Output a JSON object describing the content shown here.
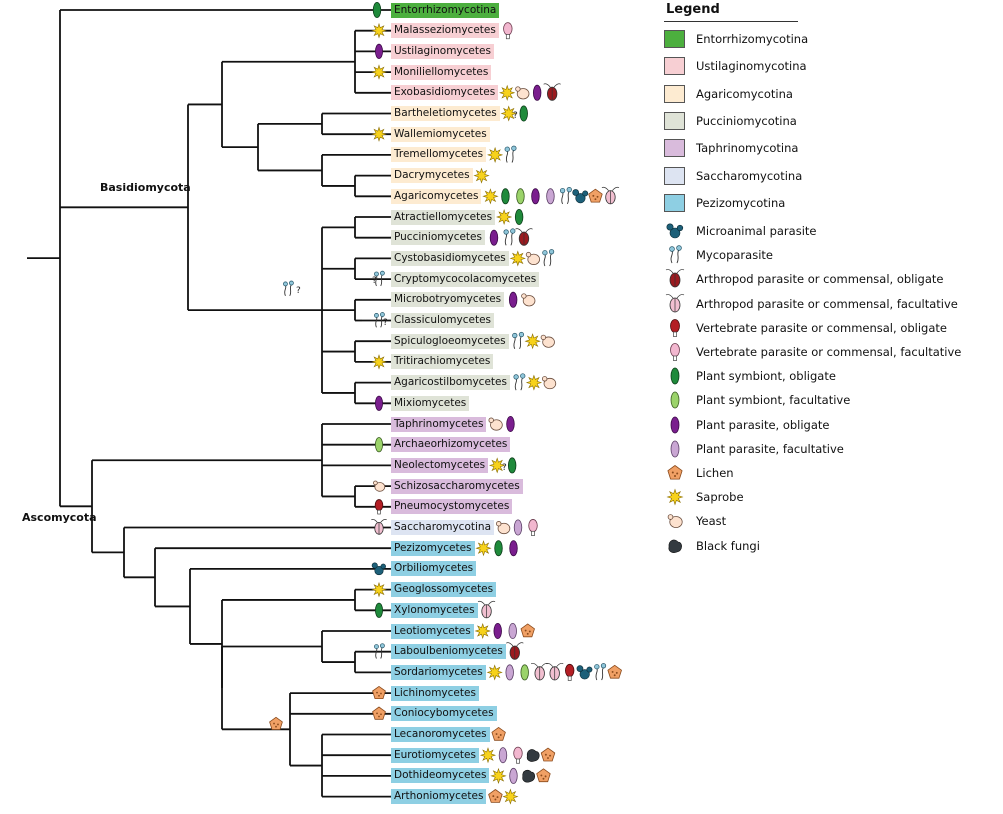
{
  "legend": {
    "title": "Legend",
    "subphyla": [
      {
        "name": "Entorrhizomycotina",
        "color": "#4caf3e"
      },
      {
        "name": "Ustilaginomycotina",
        "color": "#f7cfd3"
      },
      {
        "name": "Agaricomycotina",
        "color": "#fdebd1"
      },
      {
        "name": "Pucciniomycotina",
        "color": "#dfe3d7"
      },
      {
        "name": "Taphrinomycotina",
        "color": "#d9bbdc"
      },
      {
        "name": "Saccharomycotina",
        "color": "#dde4f2"
      },
      {
        "name": "Pezizomycotina",
        "color": "#8ecfe3"
      }
    ],
    "lifestyles": [
      {
        "name": "Microanimal parasite",
        "icon": "microanimal-parasite"
      },
      {
        "name": "Mycoparasite",
        "icon": "mycoparasite"
      },
      {
        "name": "Arthropod parasite or commensal, obligate",
        "icon": "arthropod-obligate"
      },
      {
        "name": "Arthropod parasite or commensal, facultative",
        "icon": "arthropod-facultative"
      },
      {
        "name": "Vertebrate parasite or commensal, obligate",
        "icon": "vertebrate-obligate"
      },
      {
        "name": "Vertebrate parasite or commensal, facultative",
        "icon": "vertebrate-facultative"
      },
      {
        "name": "Plant symbiont, obligate",
        "icon": "plant-symbiont-obligate"
      },
      {
        "name": "Plant symbiont, facultative",
        "icon": "plant-symbiont-facultative"
      },
      {
        "name": "Plant parasite, obligate",
        "icon": "plant-parasite-obligate"
      },
      {
        "name": "Plant parasite, facultative",
        "icon": "plant-parasite-facultative"
      },
      {
        "name": "Lichen",
        "icon": "lichen"
      },
      {
        "name": "Saprobe",
        "icon": "saprobe"
      },
      {
        "name": "Yeast",
        "icon": "yeast"
      },
      {
        "name": "Black fungi",
        "icon": "black-fungi"
      }
    ]
  },
  "clades": {
    "basidiomycota": "Basidiomycota",
    "ascomycota": "Ascomycota"
  },
  "node_marks": {
    "puccinio_uncertain": "?",
    "cryptomyco_uncertain": "?",
    "classiculo_uncertain": "?",
    "bartheletio_uncertain": "?",
    "neolecto_uncertain": "?"
  },
  "colors": {
    "branch": "#111111",
    "entorrhizo": "#4caf3e",
    "ustilago": "#f7cfd3",
    "agarico": "#fdebd1",
    "puccinio": "#dfe3d7",
    "taphrino": "#d9bbdc",
    "saccharo": "#dde4f2",
    "pezizo": "#8ecfe3"
  },
  "taxa": [
    {
      "name": "Entorrhizomycotina",
      "group": "entorrhizo",
      "icons": []
    },
    {
      "name": "Malasseziomycetes",
      "group": "ustilago",
      "icons": [
        "vertebrate-facultative"
      ]
    },
    {
      "name": "Ustilaginomycetes",
      "group": "ustilago",
      "icons": []
    },
    {
      "name": "Moniliellomycetes",
      "group": "ustilago",
      "icons": []
    },
    {
      "name": "Exobasidiomycetes",
      "group": "ustilago",
      "icons": [
        "saprobe",
        "yeast",
        "plant-parasite-obligate",
        "arthropod-obligate"
      ]
    },
    {
      "name": "Bartheletiomycetes",
      "group": "agarico",
      "icons": [
        "saprobe",
        "plant-symbiont-obligate"
      ]
    },
    {
      "name": "Wallemiomycetes",
      "group": "agarico",
      "icons": []
    },
    {
      "name": "Tremellomycetes",
      "group": "agarico",
      "icons": [
        "saprobe",
        "mycoparasite"
      ]
    },
    {
      "name": "Dacrymycetes",
      "group": "agarico",
      "icons": [
        "saprobe"
      ]
    },
    {
      "name": "Agaricomycetes",
      "group": "agarico",
      "icons": [
        "saprobe",
        "plant-symbiont-obligate",
        "plant-symbiont-facultative",
        "plant-parasite-obligate",
        "plant-parasite-facultative",
        "mycoparasite",
        "microanimal-parasite",
        "lichen",
        "arthropod-facultative"
      ]
    },
    {
      "name": "Atractiellomycetes",
      "group": "puccinio",
      "icons": [
        "saprobe",
        "plant-symbiont-obligate"
      ]
    },
    {
      "name": "Pucciniomycetes",
      "group": "puccinio",
      "icons": [
        "plant-parasite-obligate",
        "mycoparasite",
        "arthropod-obligate"
      ]
    },
    {
      "name": "Cystobasidiomycetes",
      "group": "puccinio",
      "icons": [
        "saprobe",
        "yeast",
        "mycoparasite"
      ]
    },
    {
      "name": "Cryptomycocolacomycetes",
      "group": "puccinio",
      "icons": []
    },
    {
      "name": "Microbotryomycetes",
      "group": "puccinio",
      "icons": [
        "plant-parasite-obligate",
        "yeast"
      ]
    },
    {
      "name": "Classiculomycetes",
      "group": "puccinio",
      "icons": []
    },
    {
      "name": "Spiculogloeomycetes",
      "group": "puccinio",
      "icons": [
        "mycoparasite",
        "saprobe",
        "yeast"
      ]
    },
    {
      "name": "Tritirachiomycetes",
      "group": "puccinio",
      "icons": []
    },
    {
      "name": "Agaricostilbomycetes",
      "group": "puccinio",
      "icons": [
        "mycoparasite",
        "saprobe",
        "yeast"
      ]
    },
    {
      "name": "Mixiomycetes",
      "group": "puccinio",
      "icons": []
    },
    {
      "name": "Taphrinomycetes",
      "group": "taphrino",
      "icons": [
        "yeast",
        "plant-parasite-obligate"
      ]
    },
    {
      "name": "Archaeorhizomycetes",
      "group": "taphrino",
      "icons": []
    },
    {
      "name": "Neolectomycetes",
      "group": "taphrino",
      "icons": [
        "saprobe",
        "plant-symbiont-obligate"
      ]
    },
    {
      "name": "Schizosaccharomycetes",
      "group": "taphrino",
      "icons": []
    },
    {
      "name": "Pneumocystomycetes",
      "group": "taphrino",
      "icons": []
    },
    {
      "name": "Saccharomycotina",
      "group": "saccharo",
      "icons": [
        "yeast",
        "plant-parasite-facultative",
        "vertebrate-facultative"
      ]
    },
    {
      "name": "Pezizomycetes",
      "group": "pezizo",
      "icons": [
        "saprobe",
        "plant-symbiont-obligate",
        "plant-parasite-obligate"
      ]
    },
    {
      "name": "Orbiliomycetes",
      "group": "pezizo",
      "icons": []
    },
    {
      "name": "Geoglossomycetes",
      "group": "pezizo",
      "icons": []
    },
    {
      "name": "Xylonomycetes",
      "group": "pezizo",
      "icons": [
        "arthropod-facultative"
      ]
    },
    {
      "name": "Leotiomycetes",
      "group": "pezizo",
      "icons": [
        "saprobe",
        "plant-parasite-obligate",
        "plant-parasite-facultative",
        "lichen"
      ]
    },
    {
      "name": "Laboulbeniomycetes",
      "group": "pezizo",
      "icons": [
        "arthropod-obligate"
      ]
    },
    {
      "name": "Sordariomycetes",
      "group": "pezizo",
      "icons": [
        "saprobe",
        "plant-parasite-facultative",
        "plant-symbiont-facultative",
        "arthropod-facultative",
        "arthropod-facultative",
        "vertebrate-obligate",
        "microanimal-parasite",
        "mycoparasite",
        "lichen"
      ]
    },
    {
      "name": "Lichinomycetes",
      "group": "pezizo",
      "icons": []
    },
    {
      "name": "Coniocybomycetes",
      "group": "pezizo",
      "icons": []
    },
    {
      "name": "Lecanoromycetes",
      "group": "pezizo",
      "icons": [
        "lichen"
      ]
    },
    {
      "name": "Eurotiomycetes",
      "group": "pezizo",
      "icons": [
        "saprobe",
        "plant-parasite-facultative",
        "vertebrate-facultative",
        "black-fungi",
        "lichen"
      ]
    },
    {
      "name": "Dothideomycetes",
      "group": "pezizo",
      "icons": [
        "saprobe",
        "plant-parasite-facultative",
        "black-fungi",
        "lichen"
      ]
    },
    {
      "name": "Arthoniomycetes",
      "group": "pezizo",
      "icons": [
        "lichen",
        "saprobe"
      ]
    }
  ]
}
